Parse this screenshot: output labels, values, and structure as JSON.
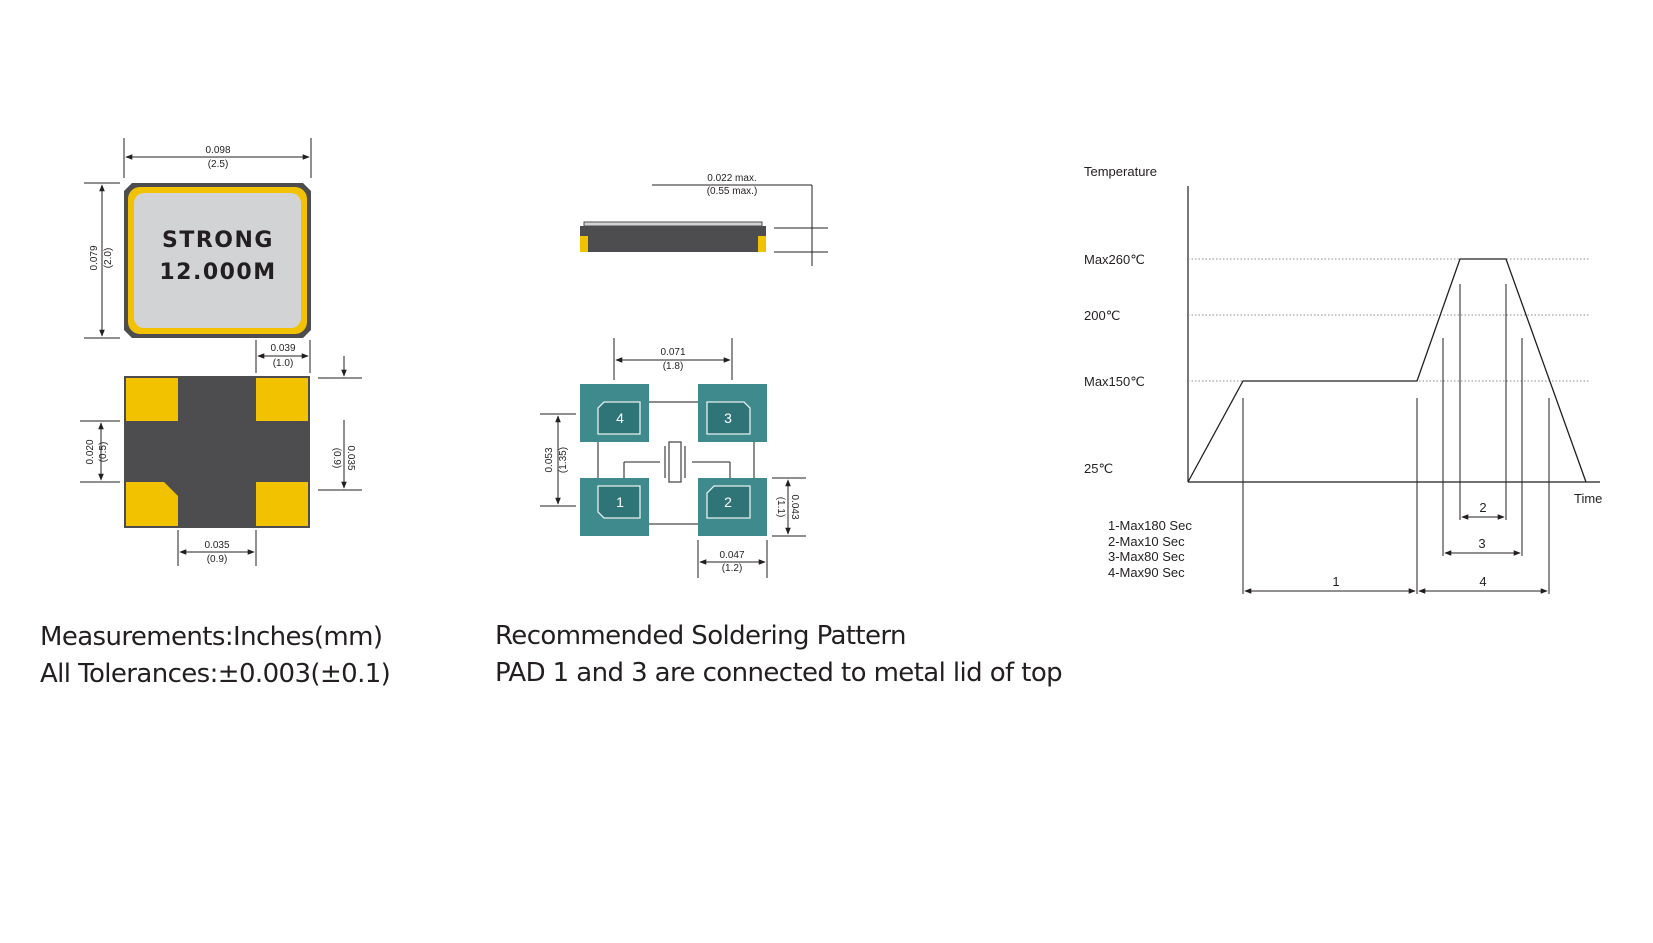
{
  "top_view": {
    "width_in": "0.098",
    "width_mm": "(2.5)",
    "height_in": "0.079",
    "height_mm": "(2.0)",
    "marking_line1": "STRONG",
    "marking_line2": "12.000M"
  },
  "bottom_view": {
    "pad_width_in": "0.039",
    "pad_width_mm": "(1.0)",
    "pad_height_in": "0.035",
    "pad_height_mm": "(0.9)",
    "gap_in": "0.020",
    "gap_mm": "(0.5)",
    "pad_length_in": "0.035",
    "pad_length_mm": "(0.9)"
  },
  "side_view": {
    "height_in": "0.022 max.",
    "height_mm": "(0.55 max.)"
  },
  "solder_pattern": {
    "pitch_x_in": "0.071",
    "pitch_x_mm": "(1.8)",
    "height_in": "0.053",
    "height_mm": "(1.35)",
    "pad_h_in": "0.043",
    "pad_h_mm": "(1.1)",
    "pad_w_in": "0.047",
    "pad_w_mm": "(1.2)",
    "pads": [
      "4",
      "3",
      "1",
      "2"
    ]
  },
  "reflow": {
    "ylabel": "Temperature",
    "xlabel": "Time",
    "levels": [
      "Max260℃",
      "200℃",
      "Max150℃",
      "25℃"
    ],
    "legend": [
      "1-Max180 Sec",
      "2-Max10 Sec",
      "3-Max80 Sec",
      "4-Max90 Sec"
    ],
    "intervals": [
      "1",
      "2",
      "3",
      "4"
    ]
  },
  "captions": {
    "measurements": "Measurements:Inches(mm)",
    "tolerances": "All Tolerances:±0.003(±0.1)",
    "soldering": "Recommended Soldering Pattern",
    "pad_note": "PAD 1 and 3 are connected to metal lid of top"
  },
  "colors": {
    "package": "#4d4d4f",
    "gold": "#f2c200",
    "lid": "#d2d3d5",
    "pad_outer": "#3f8a8c",
    "pad_inner": "#2f7477",
    "line": "#231f20"
  }
}
